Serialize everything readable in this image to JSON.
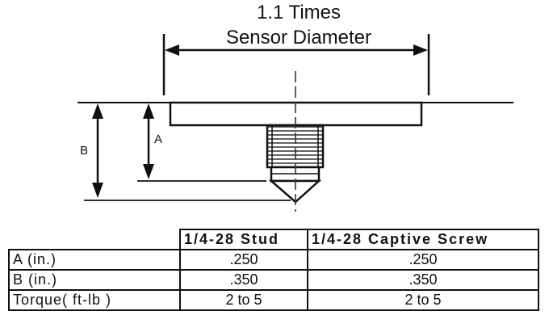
{
  "diagram": {
    "title_line1": "1.1 Times",
    "title_line2": "Sensor Diameter",
    "label_a": "A",
    "label_b": "B"
  },
  "table": {
    "columns": [
      "1/4-28 Stud",
      "1/4-28 Captive Screw"
    ],
    "rows": [
      {
        "label": "A (in.)",
        "values": [
          ".250",
          ".250"
        ]
      },
      {
        "label": "B (in.)",
        "values": [
          ".350",
          ".350"
        ]
      },
      {
        "label": "Torque( ft-lb )",
        "values": [
          "2 to 5",
          "2 to 5"
        ]
      }
    ]
  }
}
